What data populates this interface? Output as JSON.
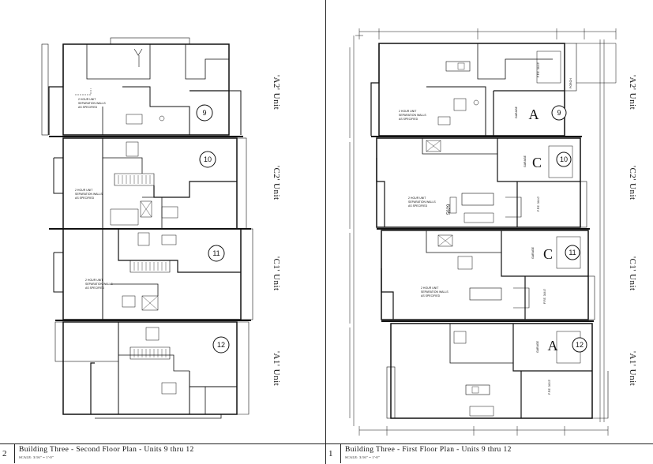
{
  "unit_types": [
    "'A2' Unit",
    "'C2' Unit",
    "'C1' Unit",
    "'A1' Unit"
  ],
  "second_floor": {
    "sheet_number": "2",
    "title": "Building Three - Second Floor Plan - Units 9 thru 12",
    "scale": "SCALE: 3/16\" = 1'-0\"",
    "unit_numbers": [
      "9",
      "10",
      "11",
      "12"
    ],
    "wall_note": [
      "2 HOUR UNIT",
      "SEPARATION WALLS",
      "AS SPECIFIED"
    ]
  },
  "first_floor": {
    "sheet_number": "1",
    "title": "Building Three - First Floor Plan - Units 9 thru 12",
    "scale": "SCALE: 3/16\" = 1'-0\"",
    "unit_numbers": [
      "9",
      "10",
      "11",
      "12"
    ],
    "garage_letters": [
      "A",
      "C",
      "C",
      "A"
    ],
    "garage_label": "GARAGE",
    "ffe_labels": [
      "F.F.E. 344.5'",
      "F.F.E. 344.0'",
      "F.F.E. 344.0'",
      "F.F.E. 343.5'"
    ],
    "porch_label": "PORCH",
    "wall_note": [
      "2 HOUR UNIT",
      "SEPARATION WALLS",
      "AS SPECIFIED"
    ],
    "dimension": "5629"
  }
}
